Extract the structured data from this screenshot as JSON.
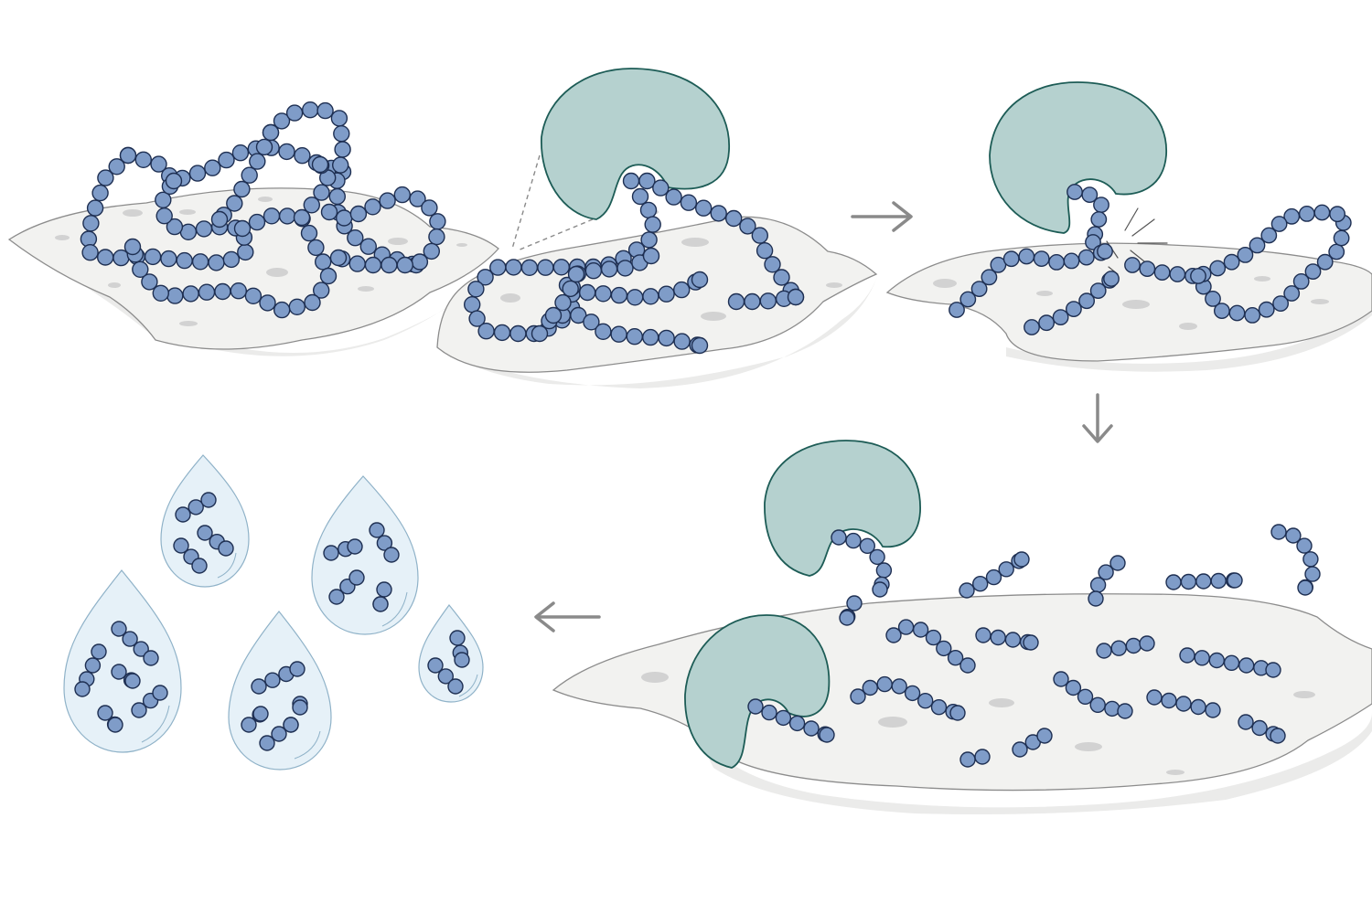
{
  "colors": {
    "background": "#ffffff",
    "surface_fill": "#f2f2f0",
    "surface_shadow": "#ebebea",
    "surface_stroke": "#8c8c8c",
    "speck": "#d2d2d2",
    "bead_fill": "#7f9cc8",
    "bead_stroke": "#1e2f52",
    "enzyme_fill": "#b5d1cf",
    "enzyme_stroke": "#1d5c56",
    "droplet_fill": "#e6f1f8",
    "droplet_stroke": "#8fb2c8",
    "arrow": "#8a8a8a"
  },
  "stages": [
    {
      "id": "stage-1",
      "description_icon": "tangled-polymer-on-surface-icon"
    },
    {
      "id": "stage-2",
      "description_icon": "enzyme-binding-polymer-icon"
    },
    {
      "id": "stage-3",
      "description_icon": "enzyme-cleaving-polymer-icon"
    },
    {
      "id": "stage-4",
      "description_icon": "fragmented-polymer-icon"
    },
    {
      "id": "stage-5",
      "description_icon": "fragments-in-droplets-icon"
    }
  ],
  "arrows": [
    "arrow-right-icon",
    "arrow-down-icon",
    "arrow-left-icon"
  ]
}
